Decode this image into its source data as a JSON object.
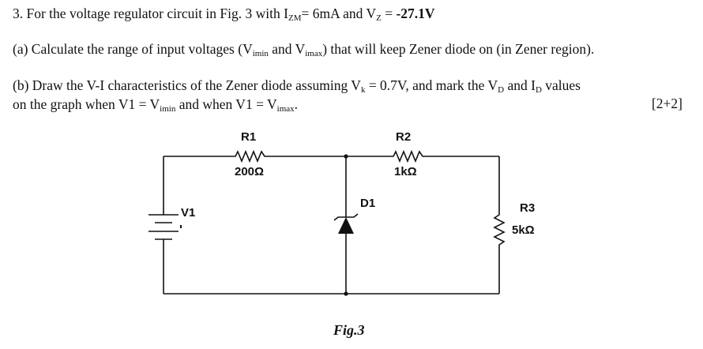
{
  "question": {
    "line1": {
      "prefix": "3. For the voltage regulator circuit in Fig. 3 with I",
      "izm_sub": "ZM",
      "mid": "= 6mA and V",
      "vz_sub": "Z",
      "eq": " = ",
      "vz_value": "-27.1V"
    },
    "part_a": {
      "p1": "(a) Calculate the range of input voltages (V",
      "imin": "imin",
      "p2": " and V",
      "imax": "imax",
      "p3": ") that will keep Zener diode on (in Zener region)."
    },
    "part_b": {
      "l1_p1": "(b) Draw the V-I characteristics of the Zener diode assuming V",
      "k_sub": "k",
      "l1_p2": " = 0.7V, and mark the V",
      "d_sub": "D",
      "l1_p3": " and I",
      "d_sub2": "D",
      "l1_p4": " values",
      "l2_p1": "on the graph when V1 = V",
      "imin": "imin",
      "l2_p2": " and when V1 = V",
      "imax": "imax",
      "l2_p3": "."
    },
    "marks": "[2+2]"
  },
  "circuit": {
    "r1_name": "R1",
    "r1_value": "200Ω",
    "r2_name": "R2",
    "r2_value": "1kΩ",
    "r3_name": "R3",
    "r3_value": "5kΩ",
    "d1_name": "D1",
    "v1_name": "V1"
  },
  "figure_caption": "Fig.3"
}
